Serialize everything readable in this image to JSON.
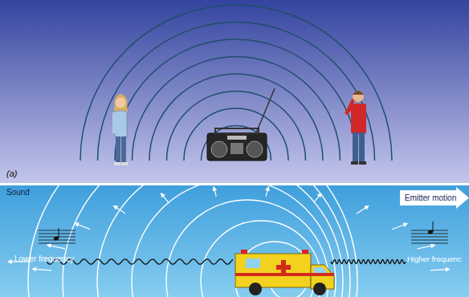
{
  "diagram": {
    "nodes": [
      {
        "text": [
          "Emitter motion"
        ]
      }
    ],
    "labels": [
      "(a)",
      "Sound",
      "Lower frequency",
      "Higher frequenc"
    ]
  }
}
